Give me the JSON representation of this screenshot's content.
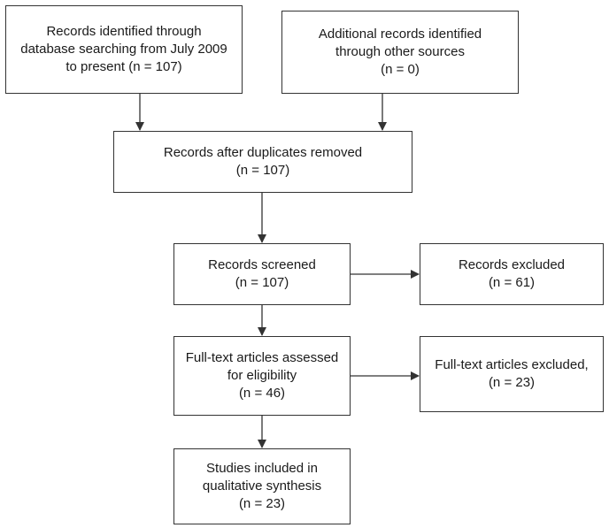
{
  "boxes": {
    "identified": {
      "line1": "Records identified through",
      "line2": "database searching from July 2009",
      "line3": "to present (n = 107)"
    },
    "other_sources": {
      "line1": "Additional records identified",
      "line2": "through other sources",
      "line3": "(n = 0)"
    },
    "duplicates_removed": {
      "line1": "Records after duplicates removed",
      "line2": "(n = 107)"
    },
    "screened": {
      "line1": "Records screened",
      "line2": "(n = 107)"
    },
    "excluded": {
      "line1": "Records excluded",
      "line2": "(n = 61)"
    },
    "full_text_assessed": {
      "line1": "Full-text articles assessed",
      "line2": "for eligibility",
      "line3": "(n = 46)"
    },
    "full_text_excluded": {
      "line1": "Full-text articles excluded,",
      "line2": "(n = 23)"
    },
    "included": {
      "line1": "Studies included in",
      "line2": "qualitative synthesis",
      "line3": "(n = 23)"
    }
  },
  "colors": {
    "line": "#333333",
    "text": "#1a1a1a",
    "background": "#ffffff"
  }
}
